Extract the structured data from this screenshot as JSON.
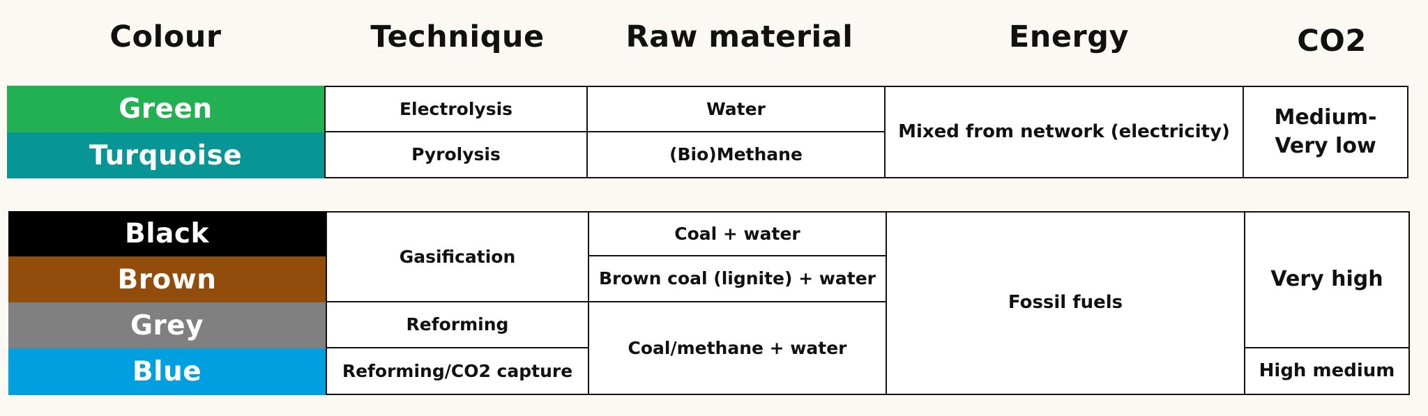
{
  "headers": {
    "colour": "Colour",
    "technique": "Technique",
    "raw_material": "Raw material",
    "energy": "Energy",
    "co2": "CO2"
  },
  "group1": {
    "rows": [
      {
        "colour": "Green",
        "color_hex": "#22b052",
        "technique": "Electrolysis",
        "raw_material": "Water"
      },
      {
        "colour": "Turquoise",
        "color_hex": "#079596",
        "technique": "Pyrolysis",
        "raw_material": "(Bio)Methane"
      }
    ],
    "energy": "Mixed from network (electricity)",
    "co2": "Medium-\nVery low"
  },
  "group2": {
    "colours": [
      {
        "label": "Black",
        "color_hex": "#000000"
      },
      {
        "label": "Brown",
        "color_hex": "#924d0d"
      },
      {
        "label": "Grey",
        "color_hex": "#808080"
      },
      {
        "label": "Blue",
        "color_hex": "#009fe0"
      }
    ],
    "techniques": [
      "Gasification",
      "Reforming",
      "Reforming/CO2 capture"
    ],
    "raw_materials": [
      "Coal + water",
      "Brown coal (lignite) + water",
      "Coal/methane + water"
    ],
    "energy": "Fossil fuels",
    "co2": [
      "Very high",
      "High medium"
    ]
  }
}
